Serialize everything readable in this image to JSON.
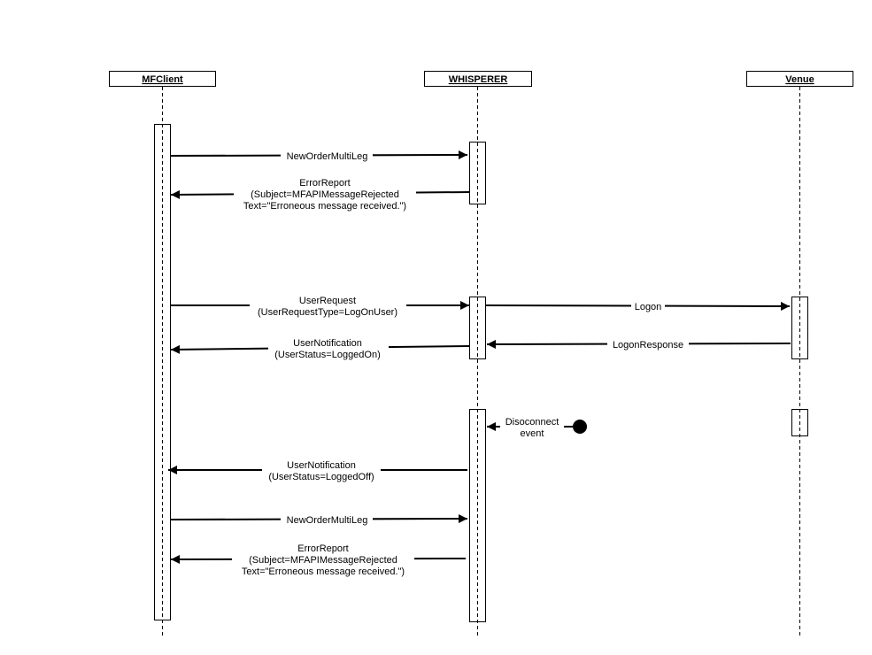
{
  "colors": {
    "line": "#000000",
    "background": "#ffffff"
  },
  "actors": [
    {
      "id": "mfclient",
      "name": "MFClient"
    },
    {
      "id": "whisperer",
      "name": "WHISPERER"
    },
    {
      "id": "venue",
      "name": "Venue"
    }
  ],
  "messages": [
    {
      "id": "m1",
      "from": "mfclient",
      "to": "whisperer",
      "lines": [
        "NewOrderMultiLeg"
      ]
    },
    {
      "id": "m2",
      "from": "whisperer",
      "to": "mfclient",
      "lines": [
        "ErrorReport",
        "(Subject=MFAPIMessageRejected",
        "Text=\"Erroneous message received.\")"
      ]
    },
    {
      "id": "m3",
      "from": "mfclient",
      "to": "whisperer",
      "lines": [
        "UserRequest",
        "(UserRequestType=LogOnUser)"
      ]
    },
    {
      "id": "m4",
      "from": "whisperer",
      "to": "venue",
      "lines": [
        "Logon"
      ]
    },
    {
      "id": "m5",
      "from": "venue",
      "to": "whisperer",
      "lines": [
        "LogonResponse"
      ]
    },
    {
      "id": "m6",
      "from": "whisperer",
      "to": "mfclient",
      "lines": [
        "UserNotification",
        "(UserStatus=LoggedOn)"
      ]
    },
    {
      "id": "m7",
      "from": "event",
      "to": "whisperer",
      "lines": [
        "Disoconnect",
        "event"
      ]
    },
    {
      "id": "m8",
      "from": "whisperer",
      "to": "mfclient",
      "lines": [
        "UserNotification",
        "(UserStatus=LoggedOff)"
      ]
    },
    {
      "id": "m9",
      "from": "mfclient",
      "to": "whisperer",
      "lines": [
        "NewOrderMultiLeg"
      ]
    },
    {
      "id": "m10",
      "from": "whisperer",
      "to": "mfclient",
      "lines": [
        "ErrorReport",
        "(Subject=MFAPIMessageRejected",
        "Text=\"Erroneous message received.\")"
      ]
    }
  ]
}
